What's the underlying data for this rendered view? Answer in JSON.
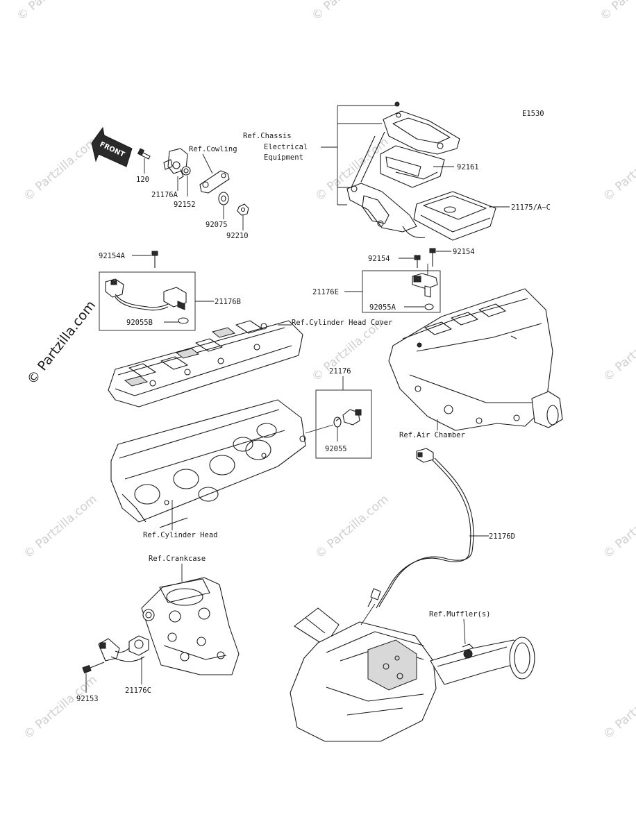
{
  "diagram_code": "E1530",
  "front_label": "FRONT",
  "watermark": "© Partzilla.com",
  "watermark_side": "© Partzilla.com",
  "refs": {
    "chassis_line1": "Ref.Chassis",
    "chassis_line2": "Electrical",
    "chassis_line3": "Equipment",
    "cowling": "Ref.Cowling",
    "cylinder_head_cover": "Ref.Cylinder Head Cover",
    "air_chamber": "Ref.Air Chamber",
    "cylinder_head": "Ref.Cylinder Head",
    "crankcase": "Ref.Crankcase",
    "muffler": "Ref.Muffler(s)"
  },
  "parts": {
    "p120": "120",
    "p21176A": "21176A",
    "p92152": "92152",
    "p92075": "92075",
    "p92210": "92210",
    "p92161": "92161",
    "p21175": "21175/A~C",
    "p92154a": "92154",
    "p92154b": "92154",
    "p21176E": "21176E",
    "p92055A": "92055A",
    "p92154A": "92154A",
    "p21176B": "21176B",
    "p92055B": "92055B",
    "p21176": "21176",
    "p92055": "92055",
    "p21176D": "21176D",
    "p92153": "92153",
    "p21176C": "21176C"
  }
}
